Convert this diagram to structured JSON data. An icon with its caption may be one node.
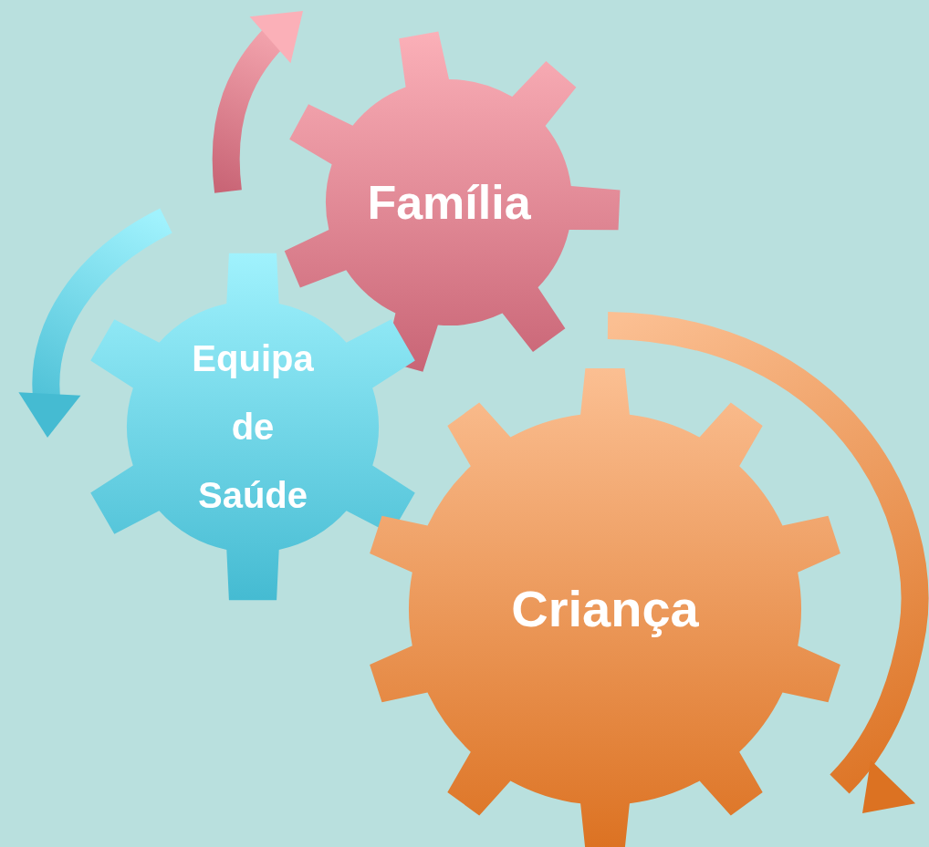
{
  "diagram": {
    "nodes": [
      {
        "text": [
          "Família"
        ]
      },
      {
        "text": [
          "Equipa de Saúde"
        ]
      },
      {
        "text": [
          "Criança"
        ]
      }
    ]
  }
}
